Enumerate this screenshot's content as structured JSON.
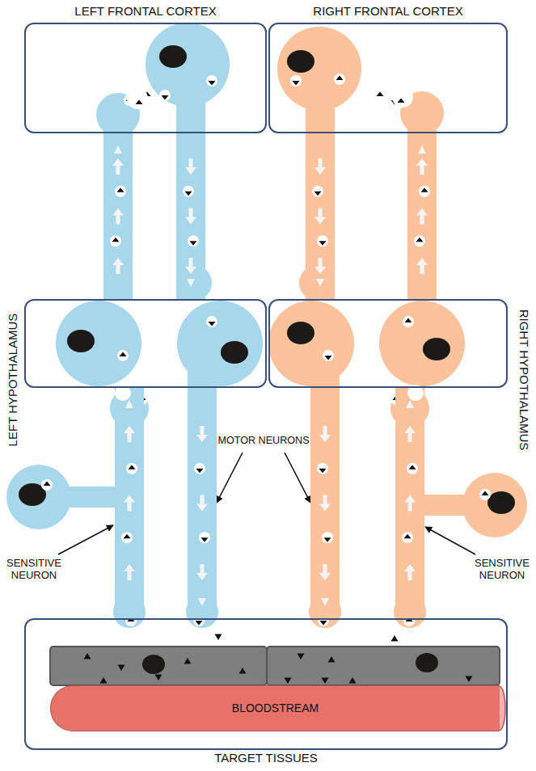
{
  "diagram": {
    "nodes": [
      {
        "text": [
          "LEFT FRONTAL CORTEX"
        ]
      },
      {
        "text": [
          "RIGHT FRONTAL CORTEX"
        ]
      },
      {
        "text": [
          "LEFT HYPOTHALAMUS"
        ]
      },
      {
        "text": [
          "RIGHT HYPOTHALAMUS"
        ]
      },
      {
        "text": [
          "TARGET TISSUES"
        ]
      },
      {
        "text": [
          "BLOODSTREAM"
        ],
        "in": 4
      }
    ],
    "edges": [
      {
        "from": 2,
        "to": 0,
        "arrow": "to"
      },
      {
        "from": 0,
        "to": 2,
        "arrow": "to"
      },
      {
        "from": 4,
        "to": 2,
        "arrow": "to"
      },
      {
        "from": 2,
        "to": 4,
        "arrow": "to"
      },
      {
        "from": 1,
        "to": 3,
        "arrow": "to"
      },
      {
        "from": 3,
        "to": 1,
        "arrow": "to"
      },
      {
        "from": 3,
        "to": 4,
        "arrow": "to"
      },
      {
        "from": 4,
        "to": 3,
        "arrow": "to"
      }
    ],
    "labels": [
      "MOTOR NEURONS",
      "SENSITIVE NEURON",
      "SENSITIVE NEURON"
    ]
  }
}
